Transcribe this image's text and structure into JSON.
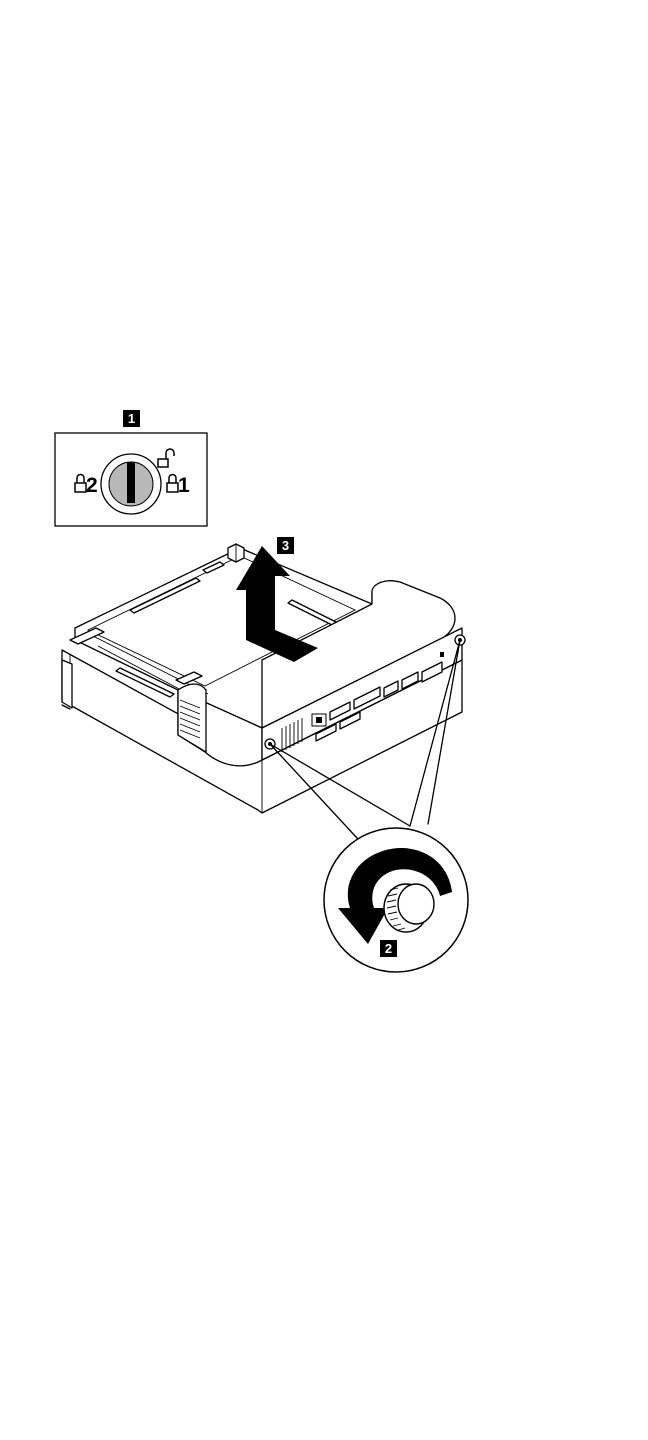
{
  "callouts": {
    "step1": "1",
    "step2": "2",
    "step3": "3"
  },
  "key_lock": {
    "position_left": "2",
    "position_right": "1",
    "icons": [
      "lock-closed-icon",
      "lock-open-icon"
    ]
  },
  "colors": {
    "line": "#000000",
    "key_cylinder": "#b8b8b8",
    "callout_bg": "#000000",
    "callout_text": "#ffffff"
  }
}
